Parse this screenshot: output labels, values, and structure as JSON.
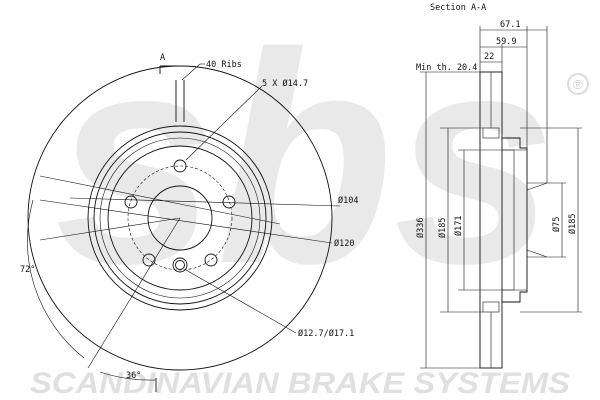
{
  "front_view": {
    "section_marker": "A",
    "ribs_label": "40 Ribs",
    "bolt_holes_label": "5 X Ø14.7",
    "pcd_label": "Ø104",
    "flange_label": "Ø120",
    "small_holes_label": "Ø12.7/Ø17.1",
    "angle_72_label": "72°",
    "angle_36_label": "36°"
  },
  "section_view": {
    "title": "Section A-A",
    "min_thickness_label": "Min th. 20.4",
    "width_total": "67.1",
    "width_hat": "59.9",
    "thickness": "22",
    "dia_outer": "Ø336",
    "dia_185_left": "Ø185",
    "dia_171": "Ø171",
    "dia_75": "Ø75",
    "dia_185_right": "Ø185"
  },
  "watermark": {
    "logo_text": "sbs",
    "registered_mark": "®",
    "brand_line": "SCANDINAVIAN BRAKE SYSTEMS"
  }
}
